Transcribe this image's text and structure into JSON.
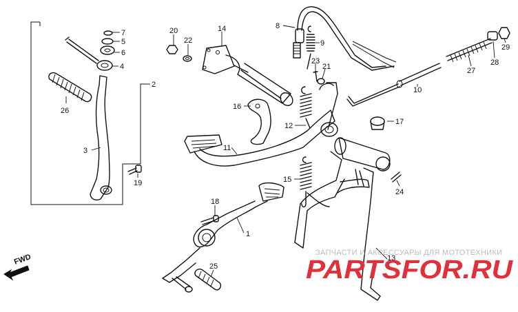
{
  "diagram": {
    "callouts": {
      "p1": "1",
      "p2": "2",
      "p3": "3",
      "p4": "4",
      "p5": "5",
      "p6": "6",
      "p7": "7",
      "p8": "8",
      "p9": "9",
      "p10": "10",
      "p11": "11",
      "p12": "12",
      "p13": "13",
      "p14": "14",
      "p15": "15",
      "p16": "16",
      "p17": "17",
      "p18": "18",
      "p19": "19",
      "p20": "20",
      "p21": "21",
      "p22": "22",
      "p23": "23",
      "p24": "24",
      "p25": "25",
      "p26": "26",
      "p27": "27",
      "p28": "28",
      "p29": "29"
    },
    "direction_label": "FWD"
  },
  "watermark": {
    "subtitle": "ЗАПЧАСТИ И АКСЕССУАРЫ ДЛЯ МОТОТЕХНИКИ",
    "logo": "PARTSFOR.RU",
    "logo_color": "#e0303a"
  }
}
